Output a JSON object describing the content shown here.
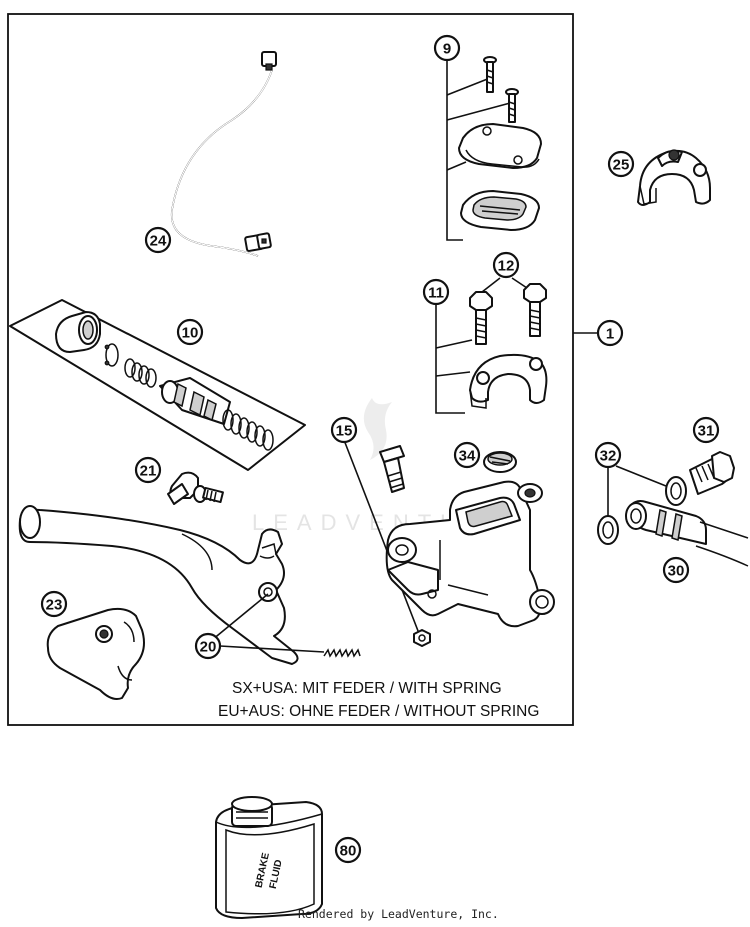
{
  "callouts": [
    {
      "id": "c1",
      "number": "1"
    },
    {
      "id": "c9",
      "number": "9"
    },
    {
      "id": "c10",
      "number": "10"
    },
    {
      "id": "c11",
      "number": "11"
    },
    {
      "id": "c12",
      "number": "12"
    },
    {
      "id": "c15",
      "number": "15"
    },
    {
      "id": "c20",
      "number": "20"
    },
    {
      "id": "c21",
      "number": "21"
    },
    {
      "id": "c23",
      "number": "23"
    },
    {
      "id": "c24",
      "number": "24"
    },
    {
      "id": "c25",
      "number": "25"
    },
    {
      "id": "c30",
      "number": "30"
    },
    {
      "id": "c31",
      "number": "31"
    },
    {
      "id": "c32",
      "number": "32"
    },
    {
      "id": "c34",
      "number": "34"
    },
    {
      "id": "c80",
      "number": "80"
    }
  ],
  "notes": {
    "line1": "SX+USA:  MIT FEDER / WITH SPRING",
    "line2": "EU+AUS:  OHNE FEDER / WITHOUT SPRING"
  },
  "bottle": {
    "label_line1": "BRAKE",
    "label_line2": "FLUID"
  },
  "watermark": "LEADVENTURE",
  "footer": "Rendered by LeadVenture, Inc."
}
